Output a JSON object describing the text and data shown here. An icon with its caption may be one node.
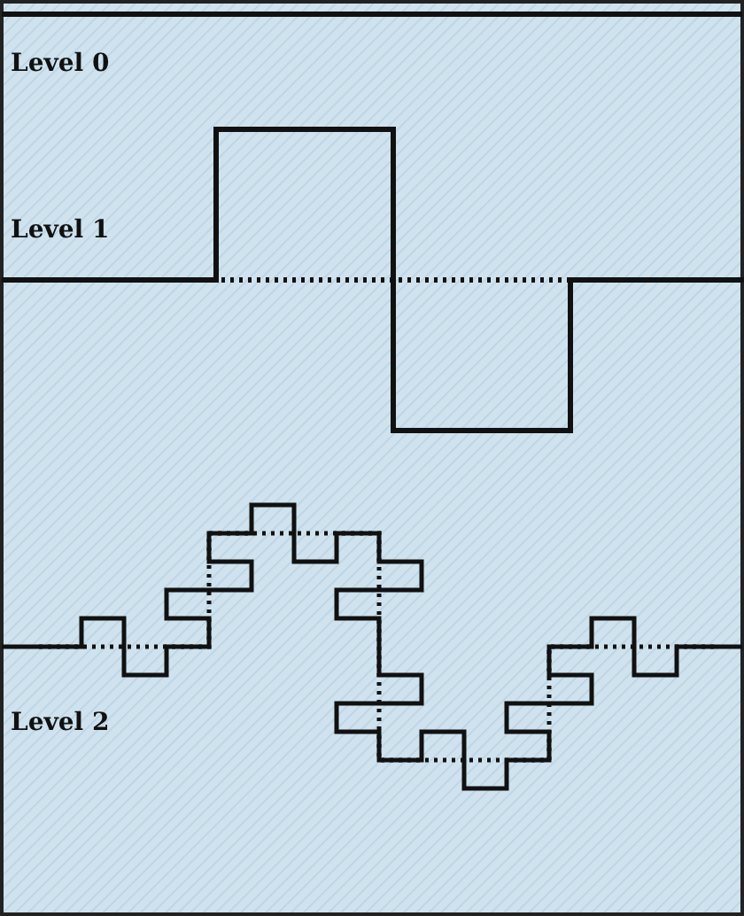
{
  "diagram": {
    "labels": [
      "Level 0",
      "Level 1",
      "Level 2"
    ]
  }
}
